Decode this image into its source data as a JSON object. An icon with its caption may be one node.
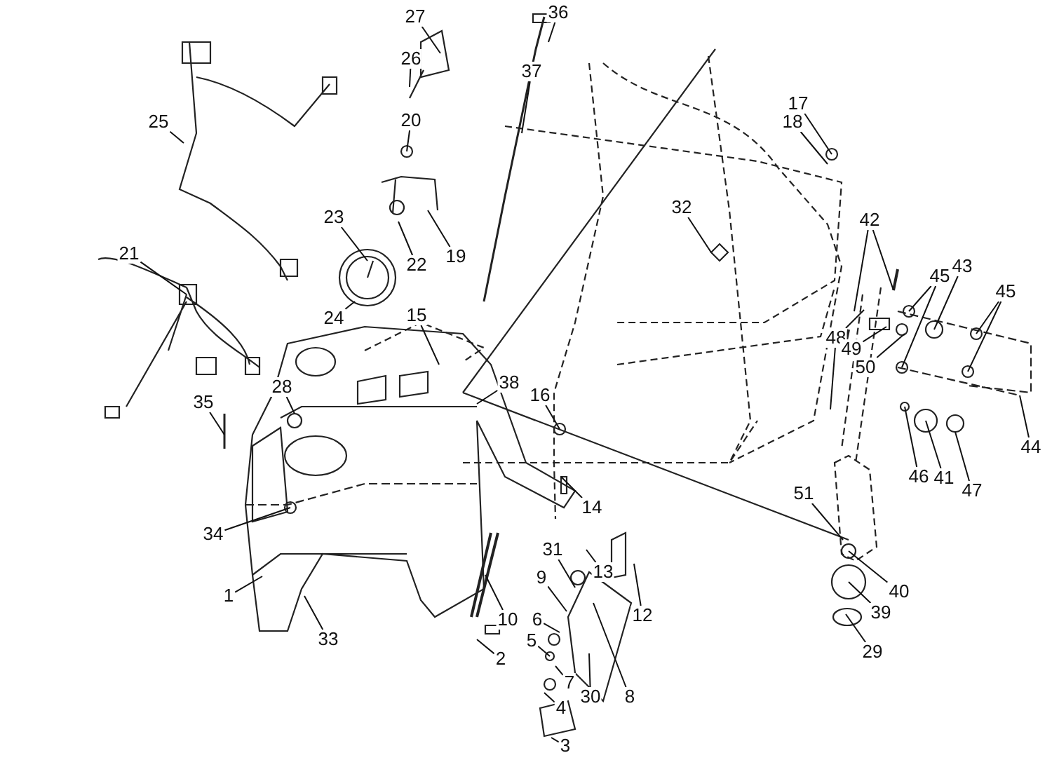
{
  "diagram": {
    "nodes": [
      {
        "text": [
          "1"
        ]
      },
      {
        "text": [
          "2"
        ]
      },
      {
        "text": [
          "3"
        ]
      },
      {
        "text": [
          "4"
        ]
      },
      {
        "text": [
          "5"
        ]
      },
      {
        "text": [
          "6"
        ]
      },
      {
        "text": [
          "7"
        ]
      },
      {
        "text": [
          "8"
        ]
      },
      {
        "text": [
          "9"
        ]
      },
      {
        "text": [
          "10"
        ]
      },
      {
        "text": [
          "12"
        ]
      },
      {
        "text": [
          "13"
        ]
      },
      {
        "text": [
          "14"
        ]
      },
      {
        "text": [
          "15"
        ]
      },
      {
        "text": [
          "16"
        ]
      },
      {
        "text": [
          "17"
        ]
      },
      {
        "text": [
          "18"
        ]
      },
      {
        "text": [
          "19"
        ]
      },
      {
        "text": [
          "20"
        ]
      },
      {
        "text": [
          "21"
        ]
      },
      {
        "text": [
          "22"
        ]
      },
      {
        "text": [
          "23"
        ]
      },
      {
        "text": [
          "24"
        ]
      },
      {
        "text": [
          "25"
        ]
      },
      {
        "text": [
          "26"
        ]
      },
      {
        "text": [
          "27"
        ]
      },
      {
        "text": [
          "28"
        ]
      },
      {
        "text": [
          "29"
        ]
      },
      {
        "text": [
          "30"
        ]
      },
      {
        "text": [
          "31"
        ]
      },
      {
        "text": [
          "32"
        ]
      },
      {
        "text": [
          "33"
        ]
      },
      {
        "text": [
          "34"
        ]
      },
      {
        "text": [
          "35"
        ]
      },
      {
        "text": [
          "36"
        ]
      },
      {
        "text": [
          "37"
        ]
      },
      {
        "text": [
          "38"
        ]
      },
      {
        "text": [
          "39"
        ]
      },
      {
        "text": [
          "40"
        ]
      },
      {
        "text": [
          "41"
        ]
      },
      {
        "text": [
          "42"
        ]
      },
      {
        "text": [
          "43"
        ]
      },
      {
        "text": [
          "44"
        ]
      },
      {
        "text": [
          "45"
        ]
      },
      {
        "text": [
          "45"
        ]
      },
      {
        "text": [
          "46"
        ]
      },
      {
        "text": [
          "47"
        ]
      },
      {
        "text": [
          "48"
        ]
      },
      {
        "text": [
          "49"
        ]
      },
      {
        "text": [
          "50"
        ]
      },
      {
        "text": [
          "51"
        ]
      }
    ],
    "edges": [
      {
        "from": 0,
        "to": null,
        "arrow": "none"
      },
      {
        "from": 1,
        "to": null,
        "arrow": "none"
      },
      {
        "from": 2,
        "to": null,
        "arrow": "none"
      },
      {
        "from": 3,
        "to": null,
        "arrow": "none"
      },
      {
        "from": 4,
        "to": null,
        "arrow": "none"
      },
      {
        "from": 5,
        "to": null,
        "arrow": "none"
      },
      {
        "from": 6,
        "to": null,
        "arrow": "none"
      },
      {
        "from": 7,
        "to": null,
        "arrow": "none"
      },
      {
        "from": 8,
        "to": null,
        "arrow": "none"
      },
      {
        "from": 9,
        "to": null,
        "arrow": "none"
      },
      {
        "from": 10,
        "to": null,
        "arrow": "none"
      },
      {
        "from": 11,
        "to": null,
        "arrow": "none"
      },
      {
        "from": 12,
        "to": null,
        "arrow": "none"
      },
      {
        "from": 13,
        "to": null,
        "arrow": "none"
      },
      {
        "from": 14,
        "to": null,
        "arrow": "none"
      },
      {
        "from": 15,
        "to": null,
        "arrow": "none"
      },
      {
        "from": 16,
        "to": null,
        "arrow": "none"
      },
      {
        "from": 17,
        "to": null,
        "arrow": "none"
      },
      {
        "from": 18,
        "to": null,
        "arrow": "none"
      },
      {
        "from": 19,
        "to": null,
        "arrow": "none"
      },
      {
        "from": 20,
        "to": null,
        "arrow": "none"
      },
      {
        "from": 21,
        "to": null,
        "arrow": "none"
      },
      {
        "from": 22,
        "to": null,
        "arrow": "none"
      },
      {
        "from": 23,
        "to": null,
        "arrow": "none"
      },
      {
        "from": 24,
        "to": null,
        "arrow": "none"
      },
      {
        "from": 25,
        "to": null,
        "arrow": "none"
      },
      {
        "from": 26,
        "to": null,
        "arrow": "none"
      },
      {
        "from": 27,
        "to": null,
        "arrow": "none"
      },
      {
        "from": 28,
        "to": null,
        "arrow": "none"
      },
      {
        "from": 29,
        "to": null,
        "arrow": "none"
      },
      {
        "from": 30,
        "to": null,
        "arrow": "none"
      },
      {
        "from": 31,
        "to": null,
        "arrow": "none"
      },
      {
        "from": 32,
        "to": null,
        "arrow": "none"
      },
      {
        "from": 33,
        "to": null,
        "arrow": "none"
      },
      {
        "from": 34,
        "to": null,
        "arrow": "none"
      },
      {
        "from": 35,
        "to": null,
        "arrow": "none"
      },
      {
        "from": 36,
        "to": null,
        "arrow": "none"
      },
      {
        "from": 37,
        "to": null,
        "arrow": "none"
      },
      {
        "from": 38,
        "to": null,
        "arrow": "none"
      },
      {
        "from": 39,
        "to": null,
        "arrow": "none"
      },
      {
        "from": 40,
        "to": null,
        "arrow": "none"
      },
      {
        "from": 41,
        "to": null,
        "arrow": "none"
      },
      {
        "from": 42,
        "to": null,
        "arrow": "none"
      },
      {
        "from": 43,
        "to": null,
        "arrow": "none"
      },
      {
        "from": 44,
        "to": null,
        "arrow": "none"
      },
      {
        "from": 45,
        "to": null,
        "arrow": "none"
      },
      {
        "from": 46,
        "to": null,
        "arrow": "none"
      },
      {
        "from": 47,
        "to": null,
        "arrow": "none"
      },
      {
        "from": 48,
        "to": null,
        "arrow": "none"
      },
      {
        "from": 49,
        "to": null,
        "arrow": "none"
      },
      {
        "from": 50,
        "to": null,
        "arrow": "none"
      },
      {
        "from": 40,
        "to": null,
        "arrow": "none"
      },
      {
        "from": 43,
        "to": null,
        "arrow": "none"
      },
      {
        "from": 44,
        "to": null,
        "arrow": "none"
      },
      {
        "from": 47,
        "to": null,
        "arrow": "none"
      }
    ]
  }
}
